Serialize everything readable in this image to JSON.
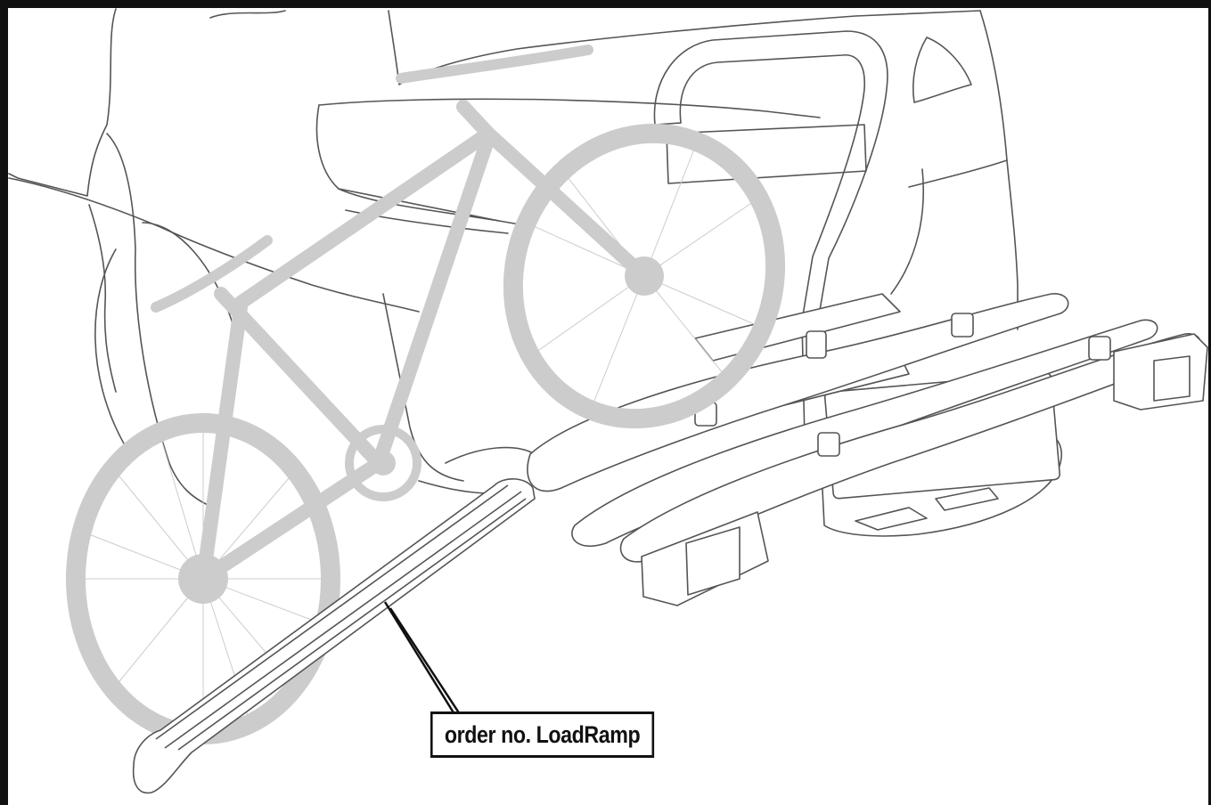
{
  "callout": {
    "label": "order no. LoadRamp"
  },
  "colors": {
    "line": "#555555",
    "bike": "#cccccc",
    "frame": "#111111",
    "background": "#ffffff"
  },
  "illustration": {
    "subjects": [
      "car-rear",
      "bike-carrier",
      "bicycle",
      "load-ramp"
    ]
  }
}
